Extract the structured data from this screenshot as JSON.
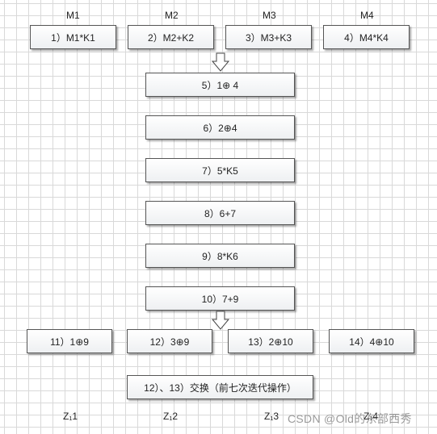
{
  "top_labels": [
    "M1",
    "M2",
    "M3",
    "M4"
  ],
  "row1": [
    "1）M1*K1",
    "2）M2+K2",
    "3）M3+K3",
    "4）M4*K4"
  ],
  "steps": [
    "5）1⊕ 4",
    "6）2⊕4",
    "7）5*K5",
    "8）6+7",
    "9）8*K6",
    "10）7+9"
  ],
  "row_bottom": [
    "11）1⊕9",
    "12）3⊕9",
    "13）2⊕10",
    "14）4⊕10"
  ],
  "swap_note": "12）、13）交换（前七次迭代操作）",
  "bottom_labels": [
    "Z₁1",
    "Z₁2",
    "Z₁3",
    "Z₁4"
  ],
  "watermark": "CSDN @Old的东部西秀"
}
